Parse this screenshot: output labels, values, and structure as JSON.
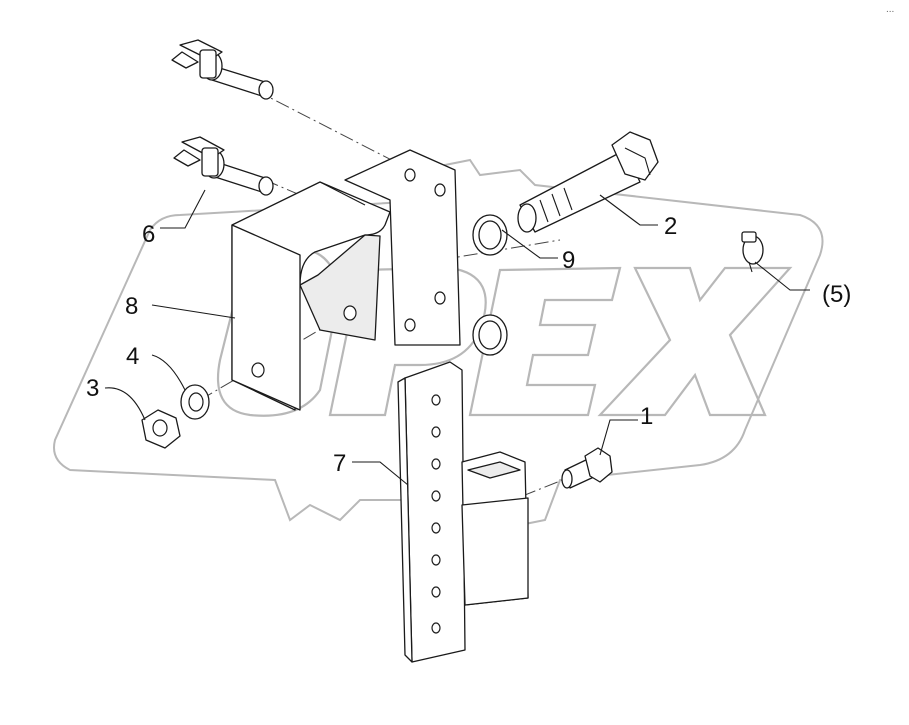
{
  "diagram": {
    "callouts": {
      "c1": "1",
      "c2": "2",
      "c3": "3",
      "c4": "4",
      "c5": "(5)",
      "c6": "6",
      "c7": "7",
      "c8": "8",
      "c9": "9"
    },
    "corner_mark": "..."
  },
  "watermark": {
    "text": "OPEX"
  },
  "colors": {
    "line": "#1a1a1a",
    "watermark": "#b8b8b8",
    "background": "#ffffff"
  }
}
